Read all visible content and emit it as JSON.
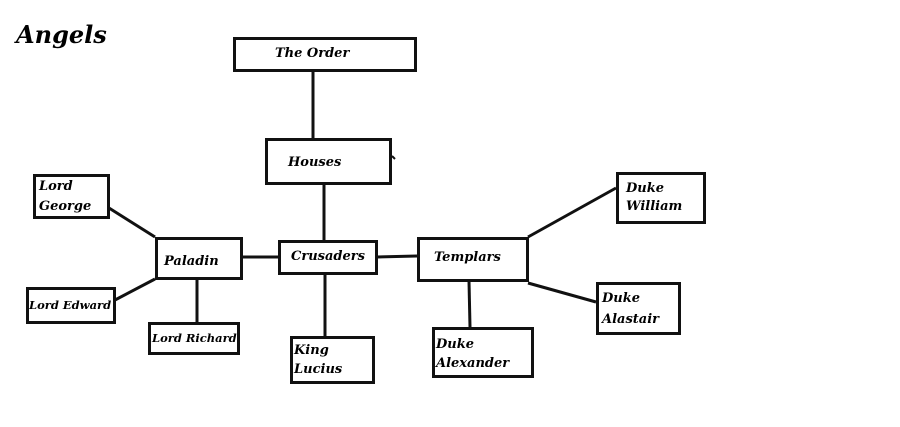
{
  "title": "Angels",
  "nodes": {
    "order": {
      "label": "The Order"
    },
    "houses": {
      "label": "Houses"
    },
    "crusaders": {
      "label": "Crusaders"
    },
    "paladin": {
      "label": "Paladin"
    },
    "templars": {
      "label": "Templars"
    },
    "lord_george": {
      "line1": "Lord",
      "line2": "George"
    },
    "lord_edward": {
      "label": "Lord Edward"
    },
    "lord_richard": {
      "label": "Lord Richard"
    },
    "king_lucius": {
      "line1": "King",
      "line2": "Lucius"
    },
    "duke_alexander": {
      "line1": "Duke",
      "line2": "Alexander"
    },
    "duke_william": {
      "line1": "Duke",
      "line2": "William"
    },
    "duke_alastair": {
      "line1": "Duke",
      "line2": "Alastair"
    }
  },
  "edges": [
    {
      "from": "The Order",
      "to": "Houses"
    },
    {
      "from": "Houses",
      "to": "Crusaders"
    },
    {
      "from": "Crusaders",
      "to": "Paladin"
    },
    {
      "from": "Crusaders",
      "to": "Templars"
    },
    {
      "from": "Crusaders",
      "to": "King Lucius"
    },
    {
      "from": "Paladin",
      "to": "Lord George"
    },
    {
      "from": "Paladin",
      "to": "Lord Edward"
    },
    {
      "from": "Paladin",
      "to": "Lord Richard"
    },
    {
      "from": "Templars",
      "to": "Duke William"
    },
    {
      "from": "Templars",
      "to": "Duke Alastair"
    },
    {
      "from": "Templars",
      "to": "Duke Alexander"
    }
  ]
}
